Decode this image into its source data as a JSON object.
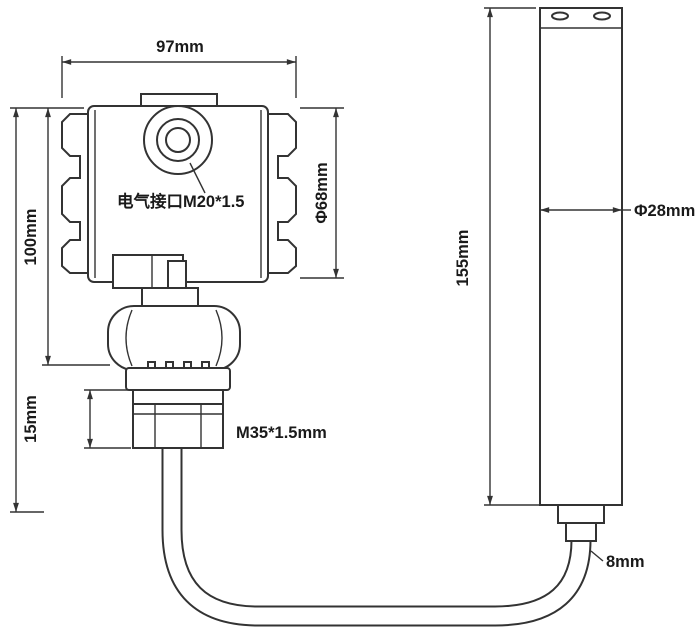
{
  "diagram": {
    "type": "technical-dimension-drawing",
    "subject": "submersible level transmitter with probe and cable",
    "background": "#ffffff",
    "line_color": "#333333",
    "labels": {
      "top_width": "97mm",
      "left_height": "100mm",
      "flange_thickness": "15mm",
      "housing_diameter": "Φ68mm",
      "electrical_interface": "电气接口M20*1.5",
      "mounting_thread": "M35*1.5mm",
      "probe_length": "155mm",
      "probe_diameter": "Φ28mm",
      "cable_diameter": "8mm"
    }
  }
}
